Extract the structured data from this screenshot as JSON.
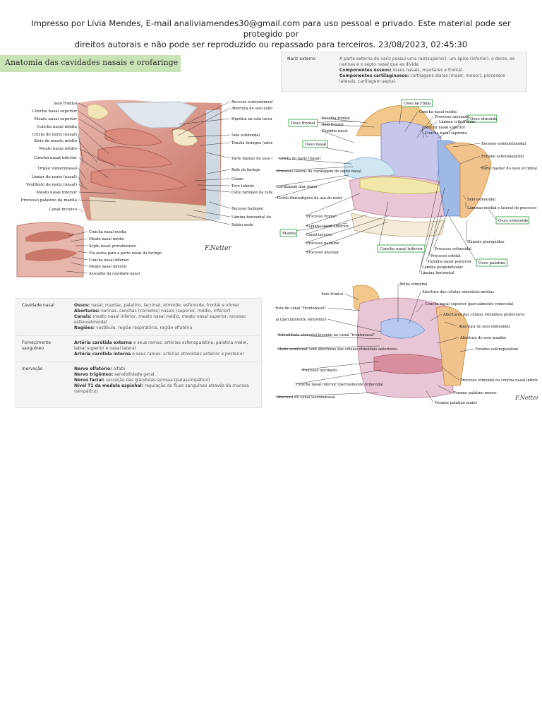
{
  "watermark": {
    "line1": "Impresso por Lívia Mendes, E-mail analiviamendes30@gmail.com para uso pessoal e privado. Este material pode ser protegido por",
    "line2": "direitos autorais e não pode ser reproduzido ou repassado para terceiros. 23/08/2023, 02:45:30"
  },
  "title": "Anatomia das cavidades nasais e orofaringe",
  "nariz_box": {
    "key": "Nariz externo",
    "text1": "A parte externa do nariz possui uma raiz(superior), um ápice (inferior), o dorso, as narinas e o septo nasal que as divide.",
    "b2": "Componentes ósseos:",
    "t2": " ossos nasais, maxilares e frontal.",
    "b3": "Componentes cartilaginosos:",
    "t3": " cartilagens alares (maior, menor), processos laterais, cartilagem septal."
  },
  "table": {
    "row1": {
      "key": "Cavidade nasal",
      "b1": "Ossos:",
      "t1": " nasal, maxilar, palatino, lacrimal, etmoide, esfenoide, frontal e vômer",
      "b2": "Aberturas:",
      "t2": " narinas, conchas (cornetos) nasais (superior, médio, inferior)",
      "b3": "Canais:",
      "t3": " meato nasal inferior, meato nasal médio, meato nasal superior, recesso esfenoetmoidal",
      "b4": "Regiões:",
      "t4": " vestíbulo, região respiratória, região olfatória"
    },
    "row2": {
      "key": "Fornecimento sanguíneo",
      "b1": "Artéria carótida externa",
      "t1": " e seus ramos: artérias esfenopalatina, palatina maior, labial superior e nasal lateral",
      "b2": "Artéria carótida interna",
      "t2": " e seus ramos: artérias etmoidais anterior e posterior"
    },
    "row3": {
      "key": "Inervação",
      "b1": "Nervo olfatório:",
      "t1": " olfato",
      "b2": "Nervo trigêmeo:",
      "t2": " sensibilidade geral",
      "b3": "Nervo facial:",
      "t3": " secreção das glândulas serosas (parassimpático)",
      "b4": "Nível T1 da medula espinhal:",
      "t4": " regulação do fluxo sanguíneo através da mucosa (simpático)"
    }
  },
  "fig1": {
    "left": [
      "Seio frontal",
      "Concha nasal superior",
      "Meato nasal superior",
      "Concha nasal média",
      "Crista do nariz (nasal)",
      "Átrio do meato médio",
      "Meato nasal médio",
      "Concha nasal inferior",
      "Órgão vomeronasal",
      "Limiar do nariz (nasal)",
      "Vestíbulo do nariz (nasal)",
      "Meato nasal inferior",
      "Processo palatino da maxila",
      "Canal incisivo"
    ],
    "right": [
      "Recesso esfenoetmoidal",
      "Abertura do seio esfenoidal",
      "Hipófise na sela turca",
      "Seio esfenoidal",
      "Tonsila faríngea (adenoide, se aumentada)",
      "Parte basilar do osso occipital",
      "Rafe da faringe",
      "Cóano",
      "Toro tubário",
      "Óstio faríngeo da tuba auditiva",
      "Recesso faríngeo",
      "Lâmina horizontal do osso palatino",
      "Palato mole"
    ],
    "inset": [
      "Concha nasal média",
      "Meato nasal médio",
      "Septo nasal protuberante",
      "Via aérea para a parte nasal da faringe",
      "Concha nasal inferior",
      "Meato nasal inferior",
      "Assoalho da cavidade nasal"
    ],
    "signature": "F.Netter"
  },
  "fig2": {
    "top_boxed": [
      "Osso lacrimal",
      "Osso frontal",
      "Osso etmoide",
      "Osso nasal"
    ],
    "top": [
      "Concha nasal média",
      "Processo uncinado",
      "Escama frontal",
      "Seio frontal",
      "Lâmina cribriforme",
      "Espinha nasal",
      "Concha nasal superior",
      "Concha nasal suprema",
      "Recesso esfenoetmoidal",
      "Forame esfenopalatino",
      "Parte basilar do osso occipital",
      "Crista do nariz (nasal)"
    ],
    "left": [
      "Processo lateral da cartilagem do septo nasal",
      "Cartilagem alar maior",
      "Tecido fibroadiposo da asa do nariz",
      "Processo frontal",
      "Espinha nasal anterior",
      "Canal incisivo",
      "Processo palatino",
      "Processo alveolar"
    ],
    "right": [
      "Seio esfenoidal",
      "Lâminas medial e lateral do processo pterigoide",
      "Hâmulo pterigóideo",
      "Processo esfenoidal",
      "Processo orbital",
      "Espinha nasal posterior",
      "Lâmina perpendicular",
      "Lâmina horizontal"
    ],
    "boxed": [
      "Maxila",
      "Concha nasal inferior",
      "Osso esfenoide",
      "Osso palatino"
    ]
  },
  "fig3": {
    "top": [
      "Bolha etmoidal",
      "Abertura das células etmoidais médias",
      "Seio frontal",
      "Concha nasal superior (parcialmente removida)",
      "Abertura do canal \"frontonasal\"",
      "Aberturas das células etmoidais posteriores",
      "Concha nasal média (parcialmente removida)",
      "Abertura do seio esfenoidal",
      "Abertura do seio maxilar",
      "Forame esfenopalatino"
    ],
    "left": [
      "Infundíbulo etmoidal levando ao canal \"frontonasal\"",
      "Hiato semilunar com aberturas das células etmoidais anteriores",
      "Processo uncinado",
      "Concha nasal inferior (parcialmente removida)",
      "Abertura do canal lacrimonasal"
    ],
    "right": [
      "Processo etmoidal da concha nasal inferior",
      "Forame palatino menor",
      "Forame palatino maior"
    ],
    "signature": "F.Netter"
  }
}
